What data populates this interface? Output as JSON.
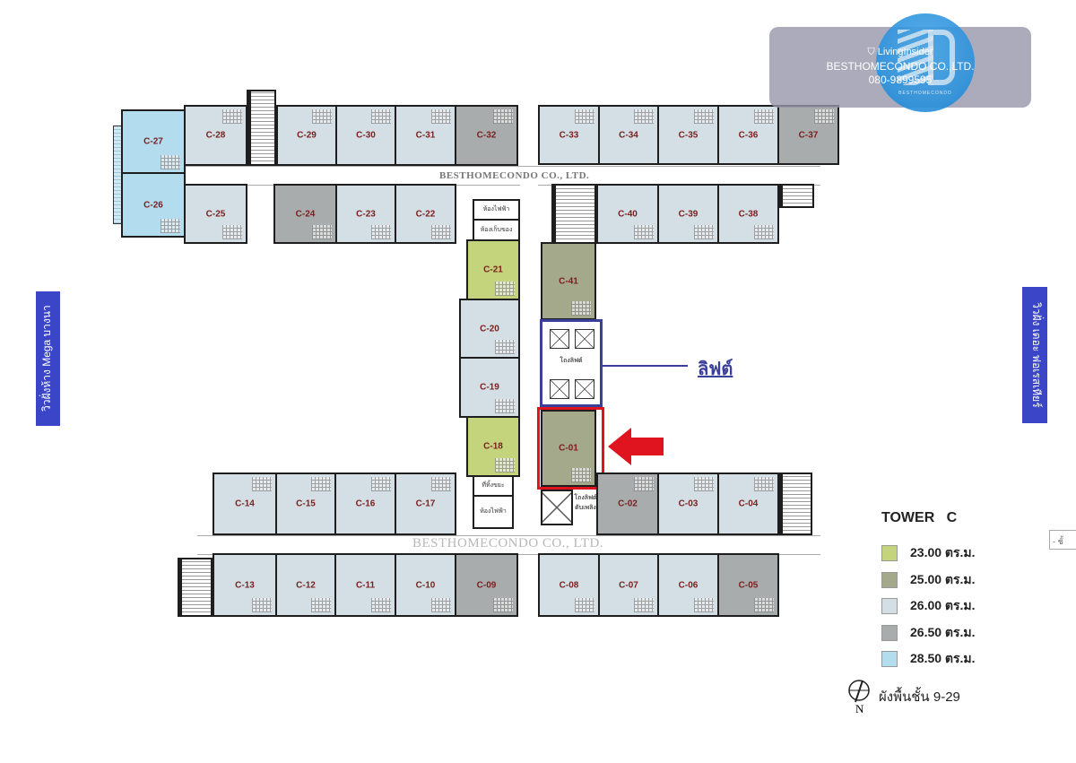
{
  "watermark": {
    "brand": "LivingInsider",
    "company": "BESTHOMECONDO CO.,LTD.",
    "phone": "080-9899595",
    "logo_text": "BESTHOMECONDO"
  },
  "plan_watermark": "BESTHOMECONDO CO., LTD.",
  "side_labels": {
    "left": "วิวฝั่งห้าง Mega บางนา",
    "right": "วิวฝั่ง เดอะ ฟอเรสเทียร์"
  },
  "lift_callout": "ลิฟต์",
  "rooms": {
    "electric": "ห้องไฟฟ้า",
    "storage": "ห้องเก็บของ",
    "garbage": "ที่ทิ้งขยะ",
    "lift_lobby": "โถงลิฟต์",
    "fire_lift_lobby": "โถงลิฟต์ดับเพลิง"
  },
  "units": [
    {
      "label": "C-27",
      "size": 28.5
    },
    {
      "label": "C-26",
      "size": 28.5
    },
    {
      "label": "C-28",
      "size": 26
    },
    {
      "label": "C-29",
      "size": 26
    },
    {
      "label": "C-30",
      "size": 26
    },
    {
      "label": "C-31",
      "size": 26
    },
    {
      "label": "C-32",
      "size": 26.5
    },
    {
      "label": "C-25",
      "size": 26
    },
    {
      "label": "C-24",
      "size": 26.5
    },
    {
      "label": "C-23",
      "size": 26
    },
    {
      "label": "C-22",
      "size": 26
    },
    {
      "label": "C-33",
      "size": 26
    },
    {
      "label": "C-34",
      "size": 26
    },
    {
      "label": "C-35",
      "size": 26
    },
    {
      "label": "C-36",
      "size": 26
    },
    {
      "label": "C-37",
      "size": 26.5
    },
    {
      "label": "C-40",
      "size": 26
    },
    {
      "label": "C-39",
      "size": 26
    },
    {
      "label": "C-38",
      "size": 26
    },
    {
      "label": "C-21",
      "size": 23
    },
    {
      "label": "C-20",
      "size": 26
    },
    {
      "label": "C-19",
      "size": 26
    },
    {
      "label": "C-18",
      "size": 23
    },
    {
      "label": "C-41",
      "size": 25
    },
    {
      "label": "C-01",
      "size": 25
    },
    {
      "label": "C-14",
      "size": 26
    },
    {
      "label": "C-15",
      "size": 26
    },
    {
      "label": "C-16",
      "size": 26
    },
    {
      "label": "C-17",
      "size": 26
    },
    {
      "label": "C-13",
      "size": 26
    },
    {
      "label": "C-12",
      "size": 26
    },
    {
      "label": "C-11",
      "size": 26
    },
    {
      "label": "C-10",
      "size": 26
    },
    {
      "label": "C-09",
      "size": 26.5
    },
    {
      "label": "C-02",
      "size": 26.5
    },
    {
      "label": "C-03",
      "size": 26
    },
    {
      "label": "C-04",
      "size": 26
    },
    {
      "label": "C-08",
      "size": 26
    },
    {
      "label": "C-07",
      "size": 26
    },
    {
      "label": "C-06",
      "size": 26
    },
    {
      "label": "C-05",
      "size": 26.5
    }
  ],
  "legend": {
    "title": "TOWER   C",
    "items": [
      {
        "size": 23,
        "label": "23.00  ตร.ม.",
        "color": "#c3d47c"
      },
      {
        "size": 25,
        "label": "25.00  ตร.ม.",
        "color": "#a4a98c"
      },
      {
        "size": 26,
        "label": "26.00  ตร.ม.",
        "color": "#d3dfe4"
      },
      {
        "size": 26.5,
        "label": "26.50  ตร.ม.",
        "color": "#a9acac"
      },
      {
        "size": 28.5,
        "label": "28.50  ตร.ม.",
        "color": "#b3dcef"
      }
    ],
    "north": "N",
    "floor_caption": "ผังพื้นชั้น 9-29"
  },
  "edge_tab": "- ชั้"
}
